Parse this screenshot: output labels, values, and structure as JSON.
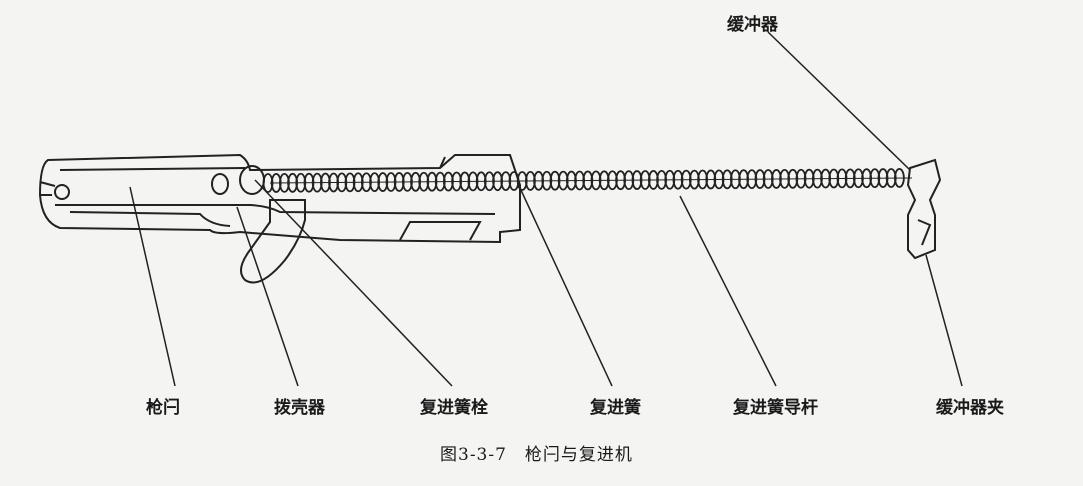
{
  "labels": {
    "buffer": "缓冲器",
    "bolt": "枪闩",
    "ejector": "拨壳器",
    "spring_pin": "复进簧栓",
    "recoil_spring": "复进簧",
    "spring_guide": "复进簧导杆",
    "buffer_clip": "缓冲器夹"
  },
  "caption": "图3-3-7　枪闩与复进机"
}
